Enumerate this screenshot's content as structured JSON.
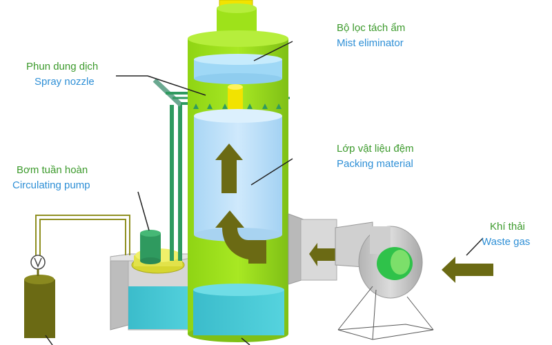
{
  "labels": {
    "mist_eliminator": {
      "vi": "Bộ lọc tách ẩm",
      "en": "Mist eliminator"
    },
    "spray_nozzle": {
      "vi": "Phun dung dịch",
      "en": "Spray nozzle"
    },
    "packing_material": {
      "vi": "Lớp vật liệu đệm",
      "en": "Packing material"
    },
    "circulating_pump": {
      "vi": "Bơm tuần hoàn",
      "en": "Circulating pump"
    },
    "waste_gas": {
      "vi": "Khí thải",
      "en": "Waste gas"
    }
  },
  "colors": {
    "tower": "#9ee21a",
    "tower_dark": "#7fc216",
    "packing": "#bfe2fb",
    "liquid": "#45c9d6",
    "arrow": "#6b6a14",
    "pipe": "#2f9a5f",
    "tank_gray": "#c8c8c8",
    "label_vi": "#3c9a2c",
    "label_en": "#2e8fd6"
  }
}
